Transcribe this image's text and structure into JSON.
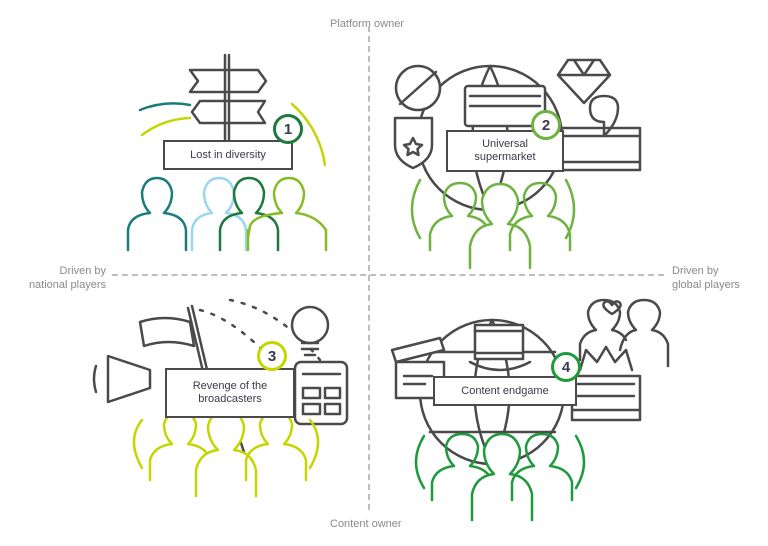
{
  "axes": {
    "top": "Platform owner",
    "bottom": "Content owner",
    "left_line1": "Driven by",
    "left_line2": "national players",
    "right_line1": "Driven by",
    "right_line2": "global players"
  },
  "scenarios": [
    {
      "number": "1",
      "label": "Lost in diversity",
      "color": "#1e7a3c"
    },
    {
      "number": "2",
      "label_line1": "Universal",
      "label_line2": "supermarket",
      "color": "#6cb33f"
    },
    {
      "number": "3",
      "label_line1": "Revenge of the",
      "label_line2": "broadcasters",
      "color": "#c4d600"
    },
    {
      "number": "4",
      "label": "Content endgame",
      "color": "#1e9a3c"
    }
  ],
  "colors": {
    "teal": "#1a7d7d",
    "light_blue": "#9ad6f2",
    "dark_green": "#1e7a3c",
    "lime": "#86bc25",
    "yellow_green": "#c4d600",
    "green": "#2aa84a",
    "outline": "#4a4a4a"
  }
}
